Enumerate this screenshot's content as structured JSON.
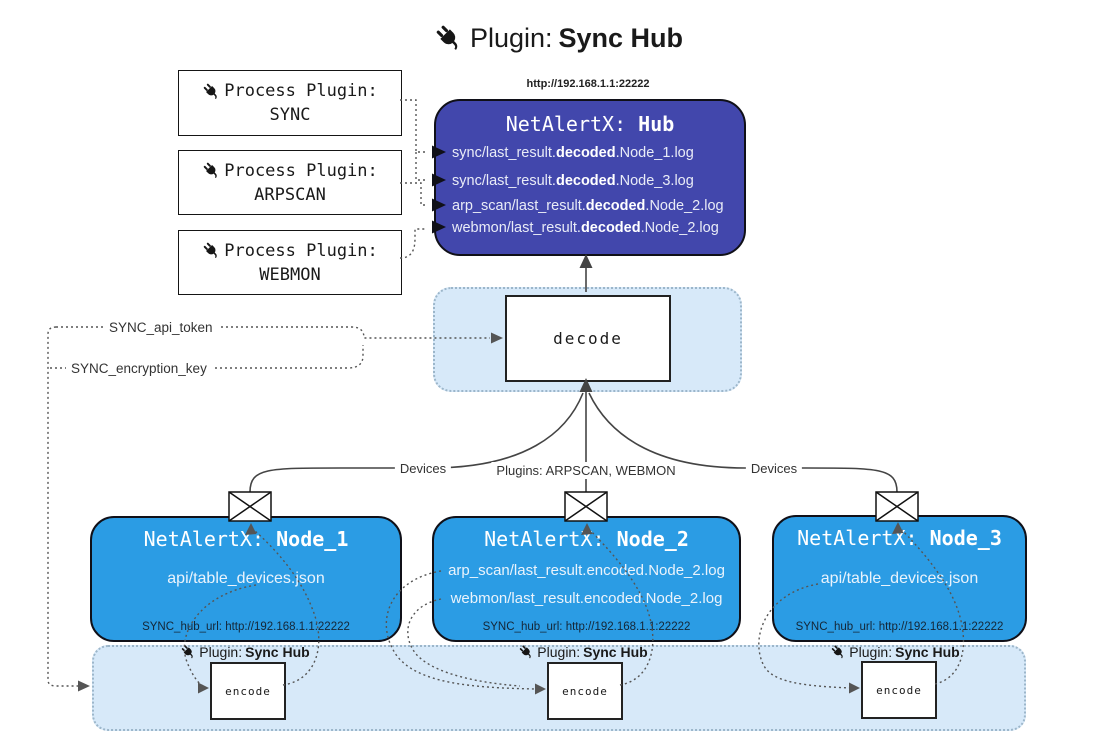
{
  "title": {
    "prefix": "Plugin:",
    "bold": "Sync Hub"
  },
  "process_plugins": [
    {
      "label": "Process Plugin:",
      "name": "SYNC"
    },
    {
      "label": "Process Plugin:",
      "name": "ARPSCAN"
    },
    {
      "label": "Process Plugin:",
      "name": "WEBMON"
    }
  ],
  "hub": {
    "url": "http://192.168.1.1:22222",
    "title_prefix": "NetAlertX:",
    "title_bold": "Hub",
    "lines": [
      {
        "prefix": "sync/last_result.",
        "bold": "decoded",
        "suffix": ".Node_1.log"
      },
      {
        "prefix": "sync/last_result.",
        "bold": "decoded",
        "suffix": ".Node_3.log"
      },
      {
        "prefix": "arp_scan/last_result.",
        "bold": "decoded",
        "suffix": ".Node_2.log"
      },
      {
        "prefix": "webmon/last_result.",
        "bold": "decoded",
        "suffix": ".Node_2.log"
      }
    ]
  },
  "decode_label": "decode",
  "tokens": {
    "api_token": "SYNC_api_token",
    "encryption_key": "SYNC_encryption_key"
  },
  "edge_labels": {
    "devices_left": "Devices",
    "devices_right": "Devices",
    "plugins_mid": "Plugins: ARPSCAN, WEBMON"
  },
  "nodes": [
    {
      "title_prefix": "NetAlertX:",
      "title_bold": "Node_1",
      "lines": [
        "api/table_devices.json"
      ],
      "hub_url": "SYNC_hub_url: http://192.168.1.1:22222"
    },
    {
      "title_prefix": "NetAlertX:",
      "title_bold": "Node_2",
      "lines": [
        "arp_scan/last_result.encoded.Node_2.log",
        "webmon/last_result.encoded.Node_2.log"
      ],
      "hub_url": "SYNC_hub_url: http://192.168.1.1:22222"
    },
    {
      "title_prefix": "NetAlertX:",
      "title_bold": "Node_3",
      "lines": [
        "api/table_devices.json"
      ],
      "hub_url": "SYNC_hub_url: http://192.168.1.1:22222"
    }
  ],
  "encoders": [
    {
      "plugin_prefix": "Plugin:",
      "plugin_bold": "Sync Hub",
      "label": "encode"
    },
    {
      "plugin_prefix": "Plugin:",
      "plugin_bold": "Sync Hub",
      "label": "encode"
    },
    {
      "plugin_prefix": "Plugin:",
      "plugin_bold": "Sync Hub",
      "label": "encode"
    }
  ],
  "icons": {
    "plug": "plug-icon",
    "envelope": "envelope-icon"
  },
  "colors": {
    "hub": "#4247ac",
    "node": "#2b9ce4",
    "panel": "#d7e9f9",
    "panel_border": "#9cb6ca",
    "line": "#444444",
    "dotted": "#555555",
    "hub_text": "#e9ecf7",
    "node_text": "#eaf3fc",
    "url_text": "#152636"
  }
}
